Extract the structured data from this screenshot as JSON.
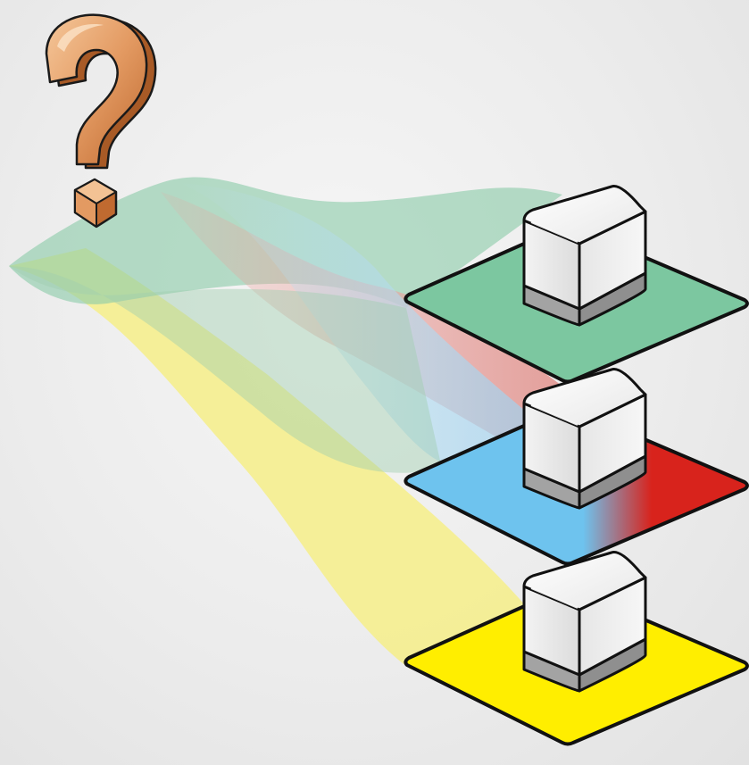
{
  "diagram": {
    "colors": {
      "background": "#ececec",
      "question_mark": "#d9854a",
      "question_mark_shade": "#a85a26",
      "tier_top": "#7cc7a0",
      "tier_middle_left": "#6ec3ee",
      "tier_middle_right": "#d8231c",
      "tier_bottom": "#ffee00",
      "flow_green": "#8ccbaa",
      "flow_red": "#e39a96",
      "flow_blue": "#a8d6ef",
      "flow_yellow": "#f6ee88",
      "server_body": "#ececec",
      "server_base": "#a9a9a9",
      "outline": "#111111"
    },
    "icons": {
      "question": "question-mark-icon",
      "server": "server-cube-icon"
    },
    "tiers": [
      {
        "name": "top",
        "color": "green"
      },
      {
        "name": "middle",
        "color": "blue-red"
      },
      {
        "name": "bottom",
        "color": "yellow"
      }
    ]
  }
}
